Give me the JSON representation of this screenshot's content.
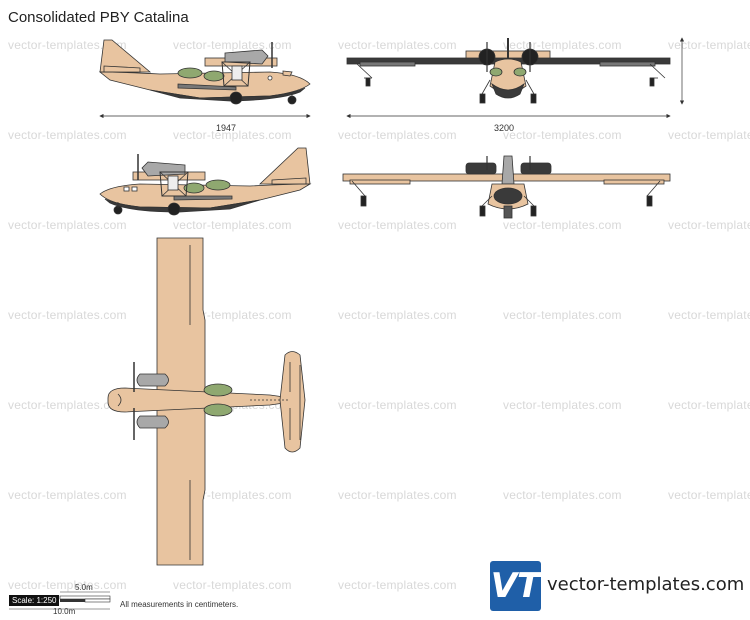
{
  "title": "Consolidated PBY Catalina",
  "watermark": "vector-templates.com",
  "dimensions": {
    "length": "1947",
    "span": "3200"
  },
  "scale": {
    "label": "Scale: 1:250",
    "mark_5": "5.0m",
    "mark_10": "10.0m"
  },
  "note": "All measurements in centimeters.",
  "brand": {
    "logo_text": "VT",
    "name": "vector-templates.com"
  },
  "colors": {
    "fuselage": "#e8c4a0",
    "underside": "#3a3a3a",
    "engine": "#a8a8a8",
    "blister": "#8fa870",
    "accent": "#1f5fa8"
  },
  "views": [
    "side-view-left",
    "front-view",
    "side-view-right",
    "rear-view",
    "top-view"
  ]
}
